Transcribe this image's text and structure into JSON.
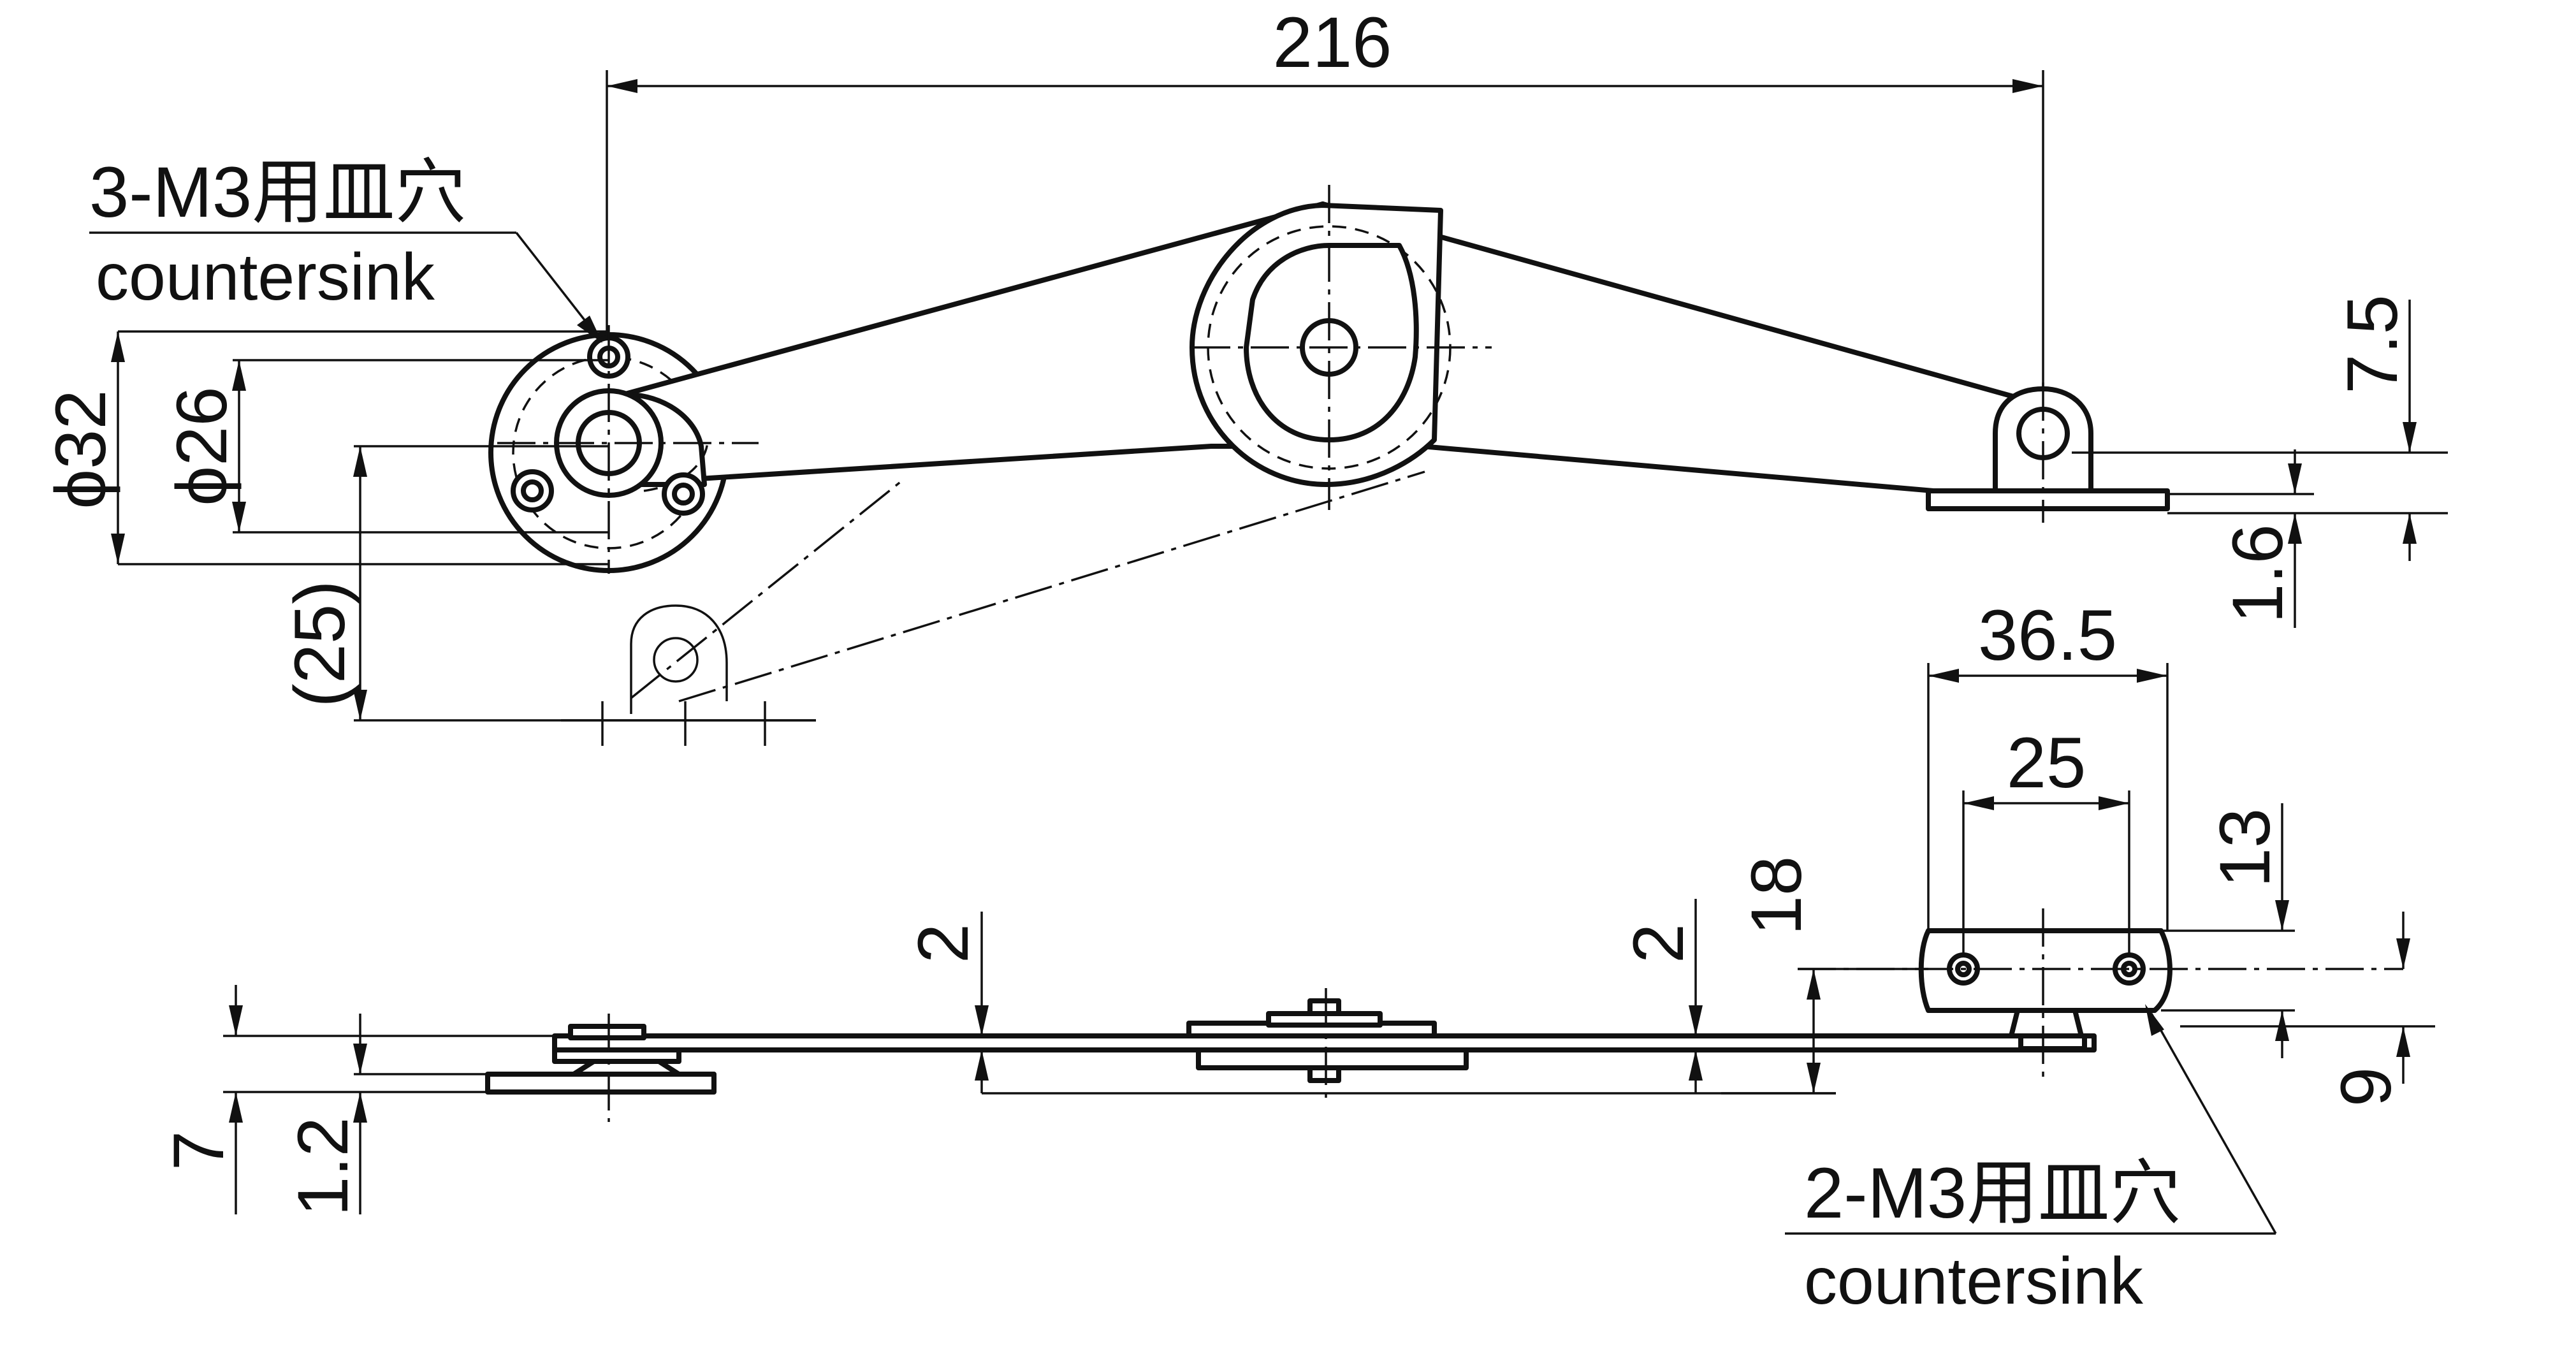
{
  "drawing": {
    "dims": {
      "overall_length": "216",
      "dia_outer": "ϕ32",
      "dia_inner": "ϕ26",
      "drop": "(25)",
      "pivot_height": "7.5",
      "plate_thk": "1.6",
      "bracket_width": "36.5",
      "hole_pitch": "25",
      "bracket_height": "13",
      "rise": "18",
      "arm_thk_mid": "2",
      "arm_thk_right": "2",
      "base_height": "7",
      "base_thk": "1.2",
      "bracket_offset": "9"
    },
    "callout_left": {
      "line1": "3-M3用皿穴",
      "line2": "countersink"
    },
    "callout_right": {
      "line1": "2-M3用皿穴",
      "line2": "countersink"
    }
  }
}
